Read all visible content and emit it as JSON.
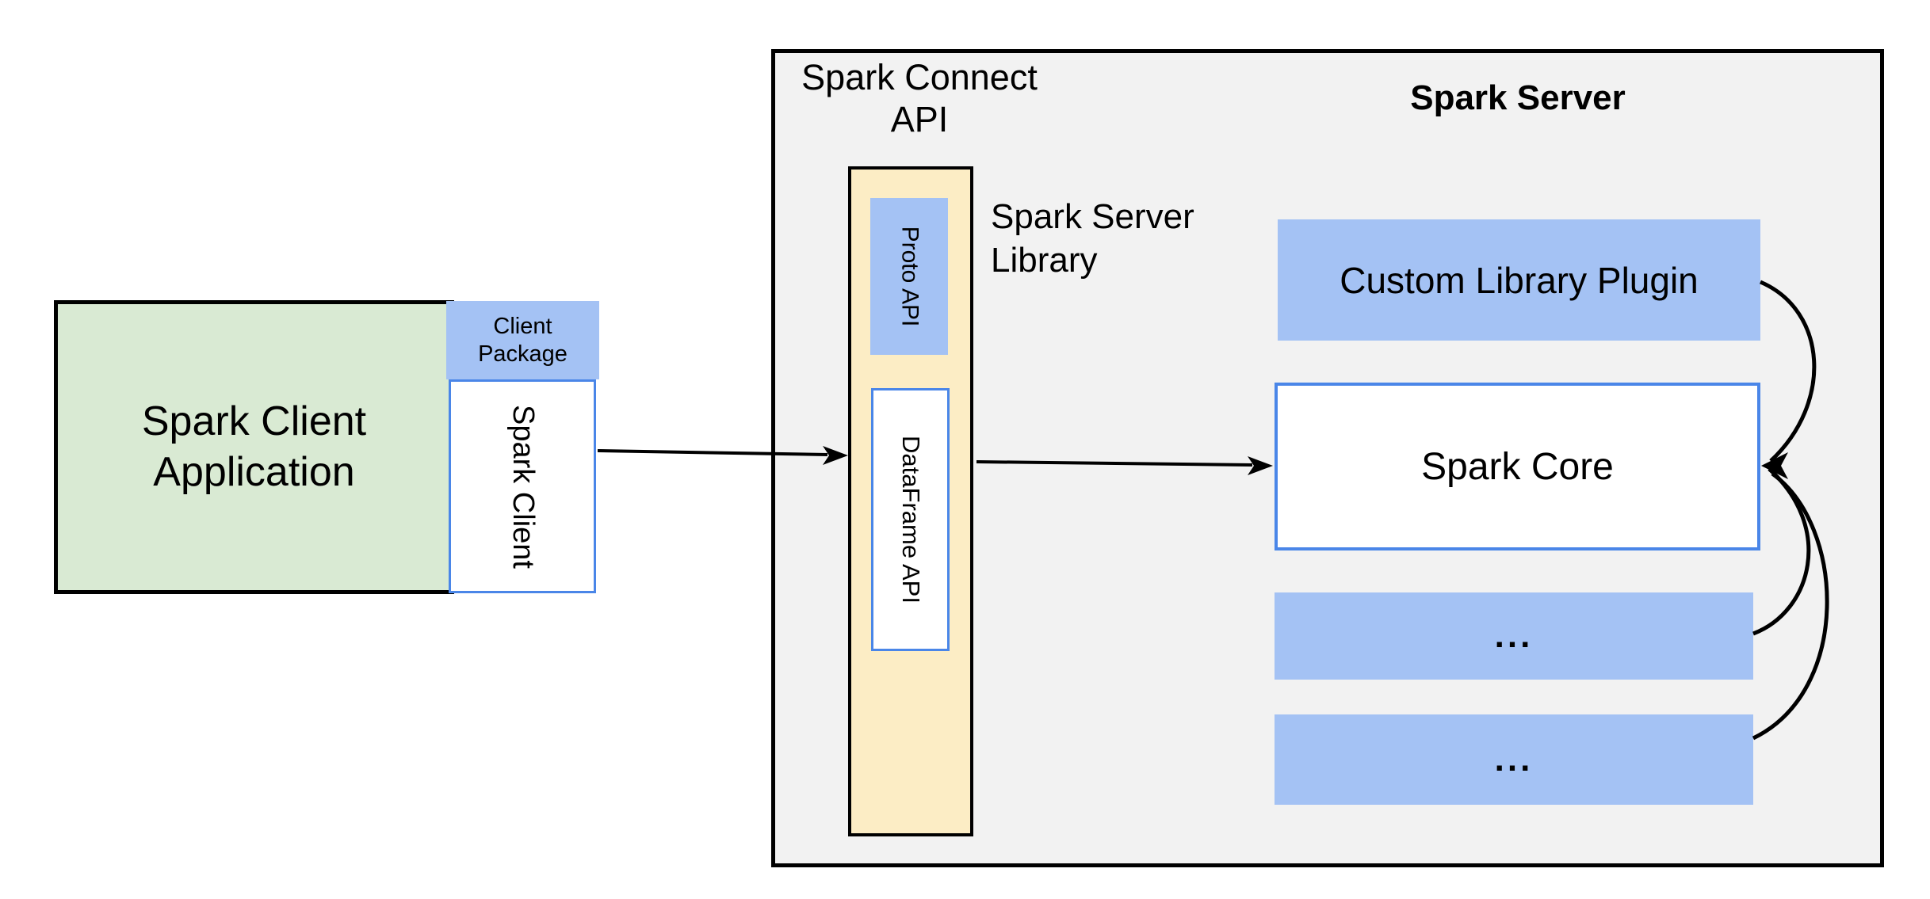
{
  "client": {
    "application_label": "Spark Client Application",
    "package_label": "Client Package",
    "client_label": "Spark Client"
  },
  "connect_api": {
    "label": "Spark Connect API",
    "proto_api_label": "Proto API",
    "dataframe_api_label": "DataFrame API",
    "server_library_label": "Spark Server Library"
  },
  "server": {
    "title": "Spark Server",
    "custom_plugin_label": "Custom Library Plugin",
    "core_label": "Spark Core",
    "module_placeholder_1": "...",
    "module_placeholder_2": "..."
  },
  "colors": {
    "green_fill": "#d9ead3",
    "blue_fill": "#a4c2f4",
    "blue_border": "#4a86e8",
    "yellow_fill": "#fcedc5",
    "panel_fill": "#f2f2f2",
    "line_color": "#000000"
  }
}
